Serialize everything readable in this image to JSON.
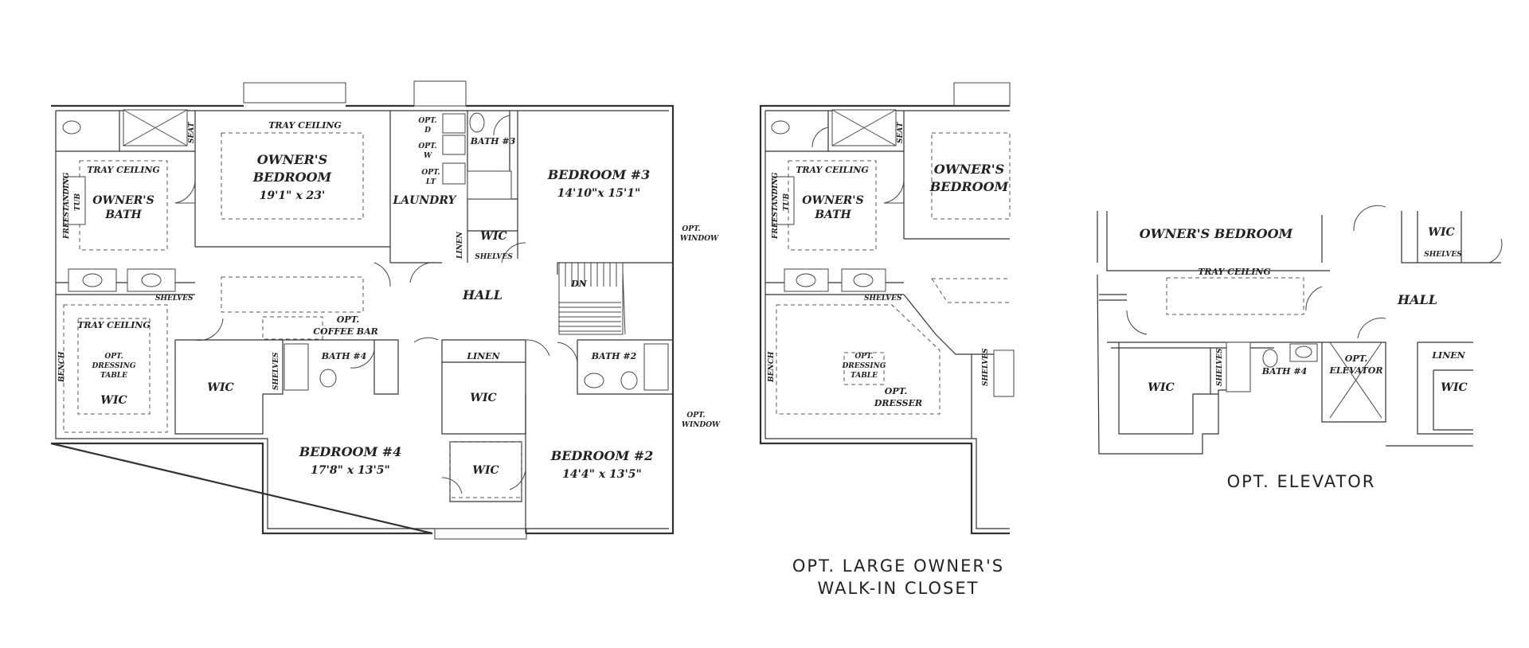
{
  "main_plan": {
    "owners_bedroom": "OWNER'S",
    "owners_bedroom_2": "BEDROOM",
    "owners_bedroom_dim": "19'1\" x 23'",
    "tray_ceiling": "TRAY CEILING",
    "owners_bath": "OWNER'S",
    "owners_bath_2": "BATH",
    "freestanding": "FREESTANDING",
    "tub": "TUB",
    "seat": "SEAT",
    "shelves": "SHELVES",
    "bench": "BENCH",
    "opt": "OPT.",
    "dressing": "DRESSING",
    "table": "TABLE",
    "wic": "WIC",
    "laundry": "LAUNDRY",
    "opt_d": "D",
    "opt_w": "W",
    "opt_lt": "LT",
    "linen": "LINEN",
    "bath3": "BATH #3",
    "bedroom3": "BEDROOM #3",
    "bedroom3_dim": "14'10\"x 15'1\"",
    "opt_window": "WINDOW",
    "hall": "HALL",
    "dn": "DN",
    "coffee_bar": "COFFEE BAR",
    "bath4": "BATH #4",
    "bath2": "BATH #2",
    "bedroom4": "BEDROOM #4",
    "bedroom4_dim": "17'8\" x 13'5\"",
    "bedroom2": "BEDROOM #2",
    "bedroom2_dim": "14'4\" x 13'5\""
  },
  "closet_plan": {
    "owners_bedroom": "OWNER'S",
    "owners_bedroom_2": "BEDROOM",
    "dresser": "DRESSER",
    "caption_line1": "OPT. LARGE OWNER'S",
    "caption_line2": "WALK-IN CLOSET"
  },
  "elevator_plan": {
    "owners_bedroom": "OWNER'S BEDROOM",
    "elevator": "ELEVATOR",
    "caption": "OPT. ELEVATOR"
  }
}
